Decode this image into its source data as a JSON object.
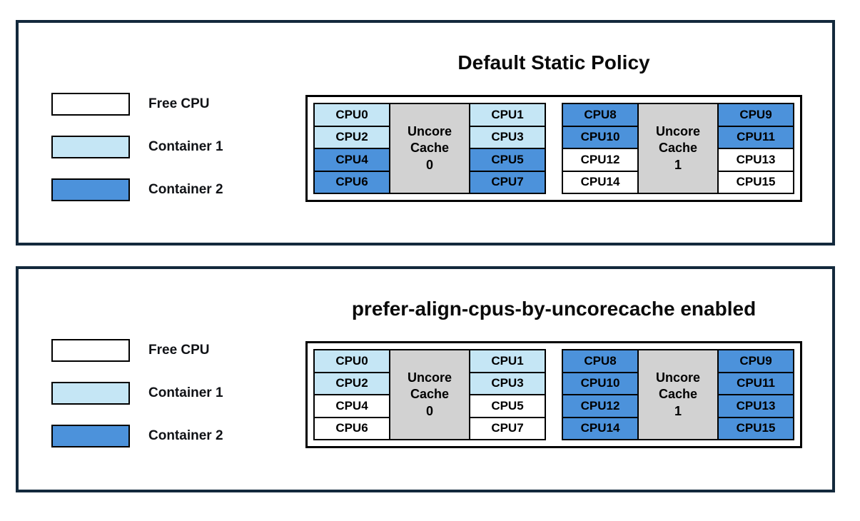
{
  "colors": {
    "panel_border": "#13293C",
    "free": "#FFFFFF",
    "container1": "#C5E6F5",
    "container2": "#4C92DB",
    "uncore": "#D2D2D2"
  },
  "legend": {
    "items": [
      {
        "label": "Free CPU",
        "state": "free"
      },
      {
        "label": "Container 1",
        "state": "container1"
      },
      {
        "label": "Container 2",
        "state": "container2"
      }
    ]
  },
  "panels": [
    {
      "title": "Default Static Policy",
      "groups": [
        {
          "cache_lines": [
            "Uncore",
            "Cache",
            "0"
          ],
          "left": [
            {
              "label": "CPU0",
              "state": "container1"
            },
            {
              "label": "CPU2",
              "state": "container1"
            },
            {
              "label": "CPU4",
              "state": "container2"
            },
            {
              "label": "CPU6",
              "state": "container2"
            }
          ],
          "right": [
            {
              "label": "CPU1",
              "state": "container1"
            },
            {
              "label": "CPU3",
              "state": "container1"
            },
            {
              "label": "CPU5",
              "state": "container2"
            },
            {
              "label": "CPU7",
              "state": "container2"
            }
          ]
        },
        {
          "cache_lines": [
            "Uncore",
            "Cache",
            "1"
          ],
          "left": [
            {
              "label": "CPU8",
              "state": "container2"
            },
            {
              "label": "CPU10",
              "state": "container2"
            },
            {
              "label": "CPU12",
              "state": "free"
            },
            {
              "label": "CPU14",
              "state": "free"
            }
          ],
          "right": [
            {
              "label": "CPU9",
              "state": "container2"
            },
            {
              "label": "CPU11",
              "state": "container2"
            },
            {
              "label": "CPU13",
              "state": "free"
            },
            {
              "label": "CPU15",
              "state": "free"
            }
          ]
        }
      ]
    },
    {
      "title": "prefer-align-cpus-by-uncorecache enabled",
      "groups": [
        {
          "cache_lines": [
            "Uncore",
            "Cache",
            "0"
          ],
          "left": [
            {
              "label": "CPU0",
              "state": "container1"
            },
            {
              "label": "CPU2",
              "state": "container1"
            },
            {
              "label": "CPU4",
              "state": "free"
            },
            {
              "label": "CPU6",
              "state": "free"
            }
          ],
          "right": [
            {
              "label": "CPU1",
              "state": "container1"
            },
            {
              "label": "CPU3",
              "state": "container1"
            },
            {
              "label": "CPU5",
              "state": "free"
            },
            {
              "label": "CPU7",
              "state": "free"
            }
          ]
        },
        {
          "cache_lines": [
            "Uncore",
            "Cache",
            "1"
          ],
          "left": [
            {
              "label": "CPU8",
              "state": "container2"
            },
            {
              "label": "CPU10",
              "state": "container2"
            },
            {
              "label": "CPU12",
              "state": "container2"
            },
            {
              "label": "CPU14",
              "state": "container2"
            }
          ],
          "right": [
            {
              "label": "CPU9",
              "state": "container2"
            },
            {
              "label": "CPU11",
              "state": "container2"
            },
            {
              "label": "CPU13",
              "state": "container2"
            },
            {
              "label": "CPU15",
              "state": "container2"
            }
          ]
        }
      ]
    }
  ]
}
